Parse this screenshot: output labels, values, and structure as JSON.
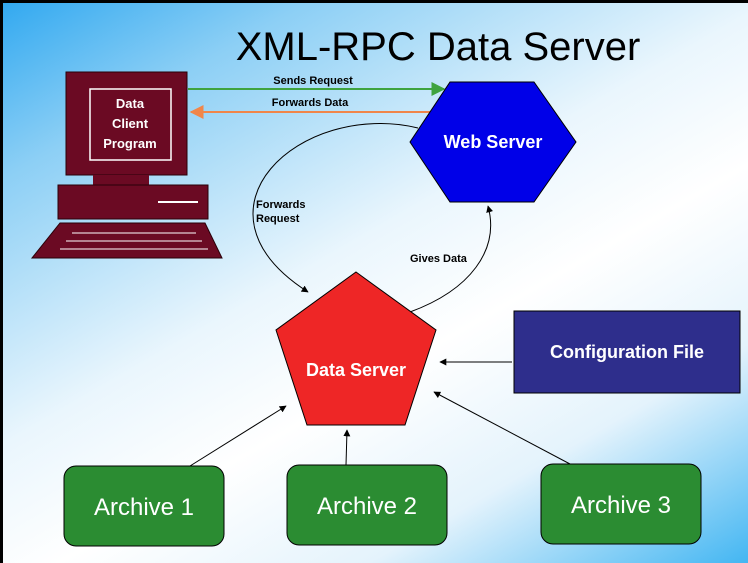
{
  "title": "XML-RPC Data Server",
  "client": {
    "line1": "Data",
    "line2": "Client",
    "line3": "Program"
  },
  "web_server": "Web Server",
  "data_server": "Data Server",
  "config_file": "Configuration File",
  "archives": [
    "Archive 1",
    "Archive 2",
    "Archive 3"
  ],
  "arrows": {
    "sends_request": "Sends Request",
    "forwards_data": "Forwards Data",
    "forwards_request_1": "Forwards",
    "forwards_request_2": "Request",
    "gives_data": "Gives Data"
  },
  "colors": {
    "computer": "#6b0a23",
    "web_server": "#0000e8",
    "data_server": "#ee2626",
    "config_file": "#2e2e8c",
    "archive": "#2b8c32",
    "sends_arrow": "#3fa33f",
    "forwards_arrow": "#f0864a"
  }
}
